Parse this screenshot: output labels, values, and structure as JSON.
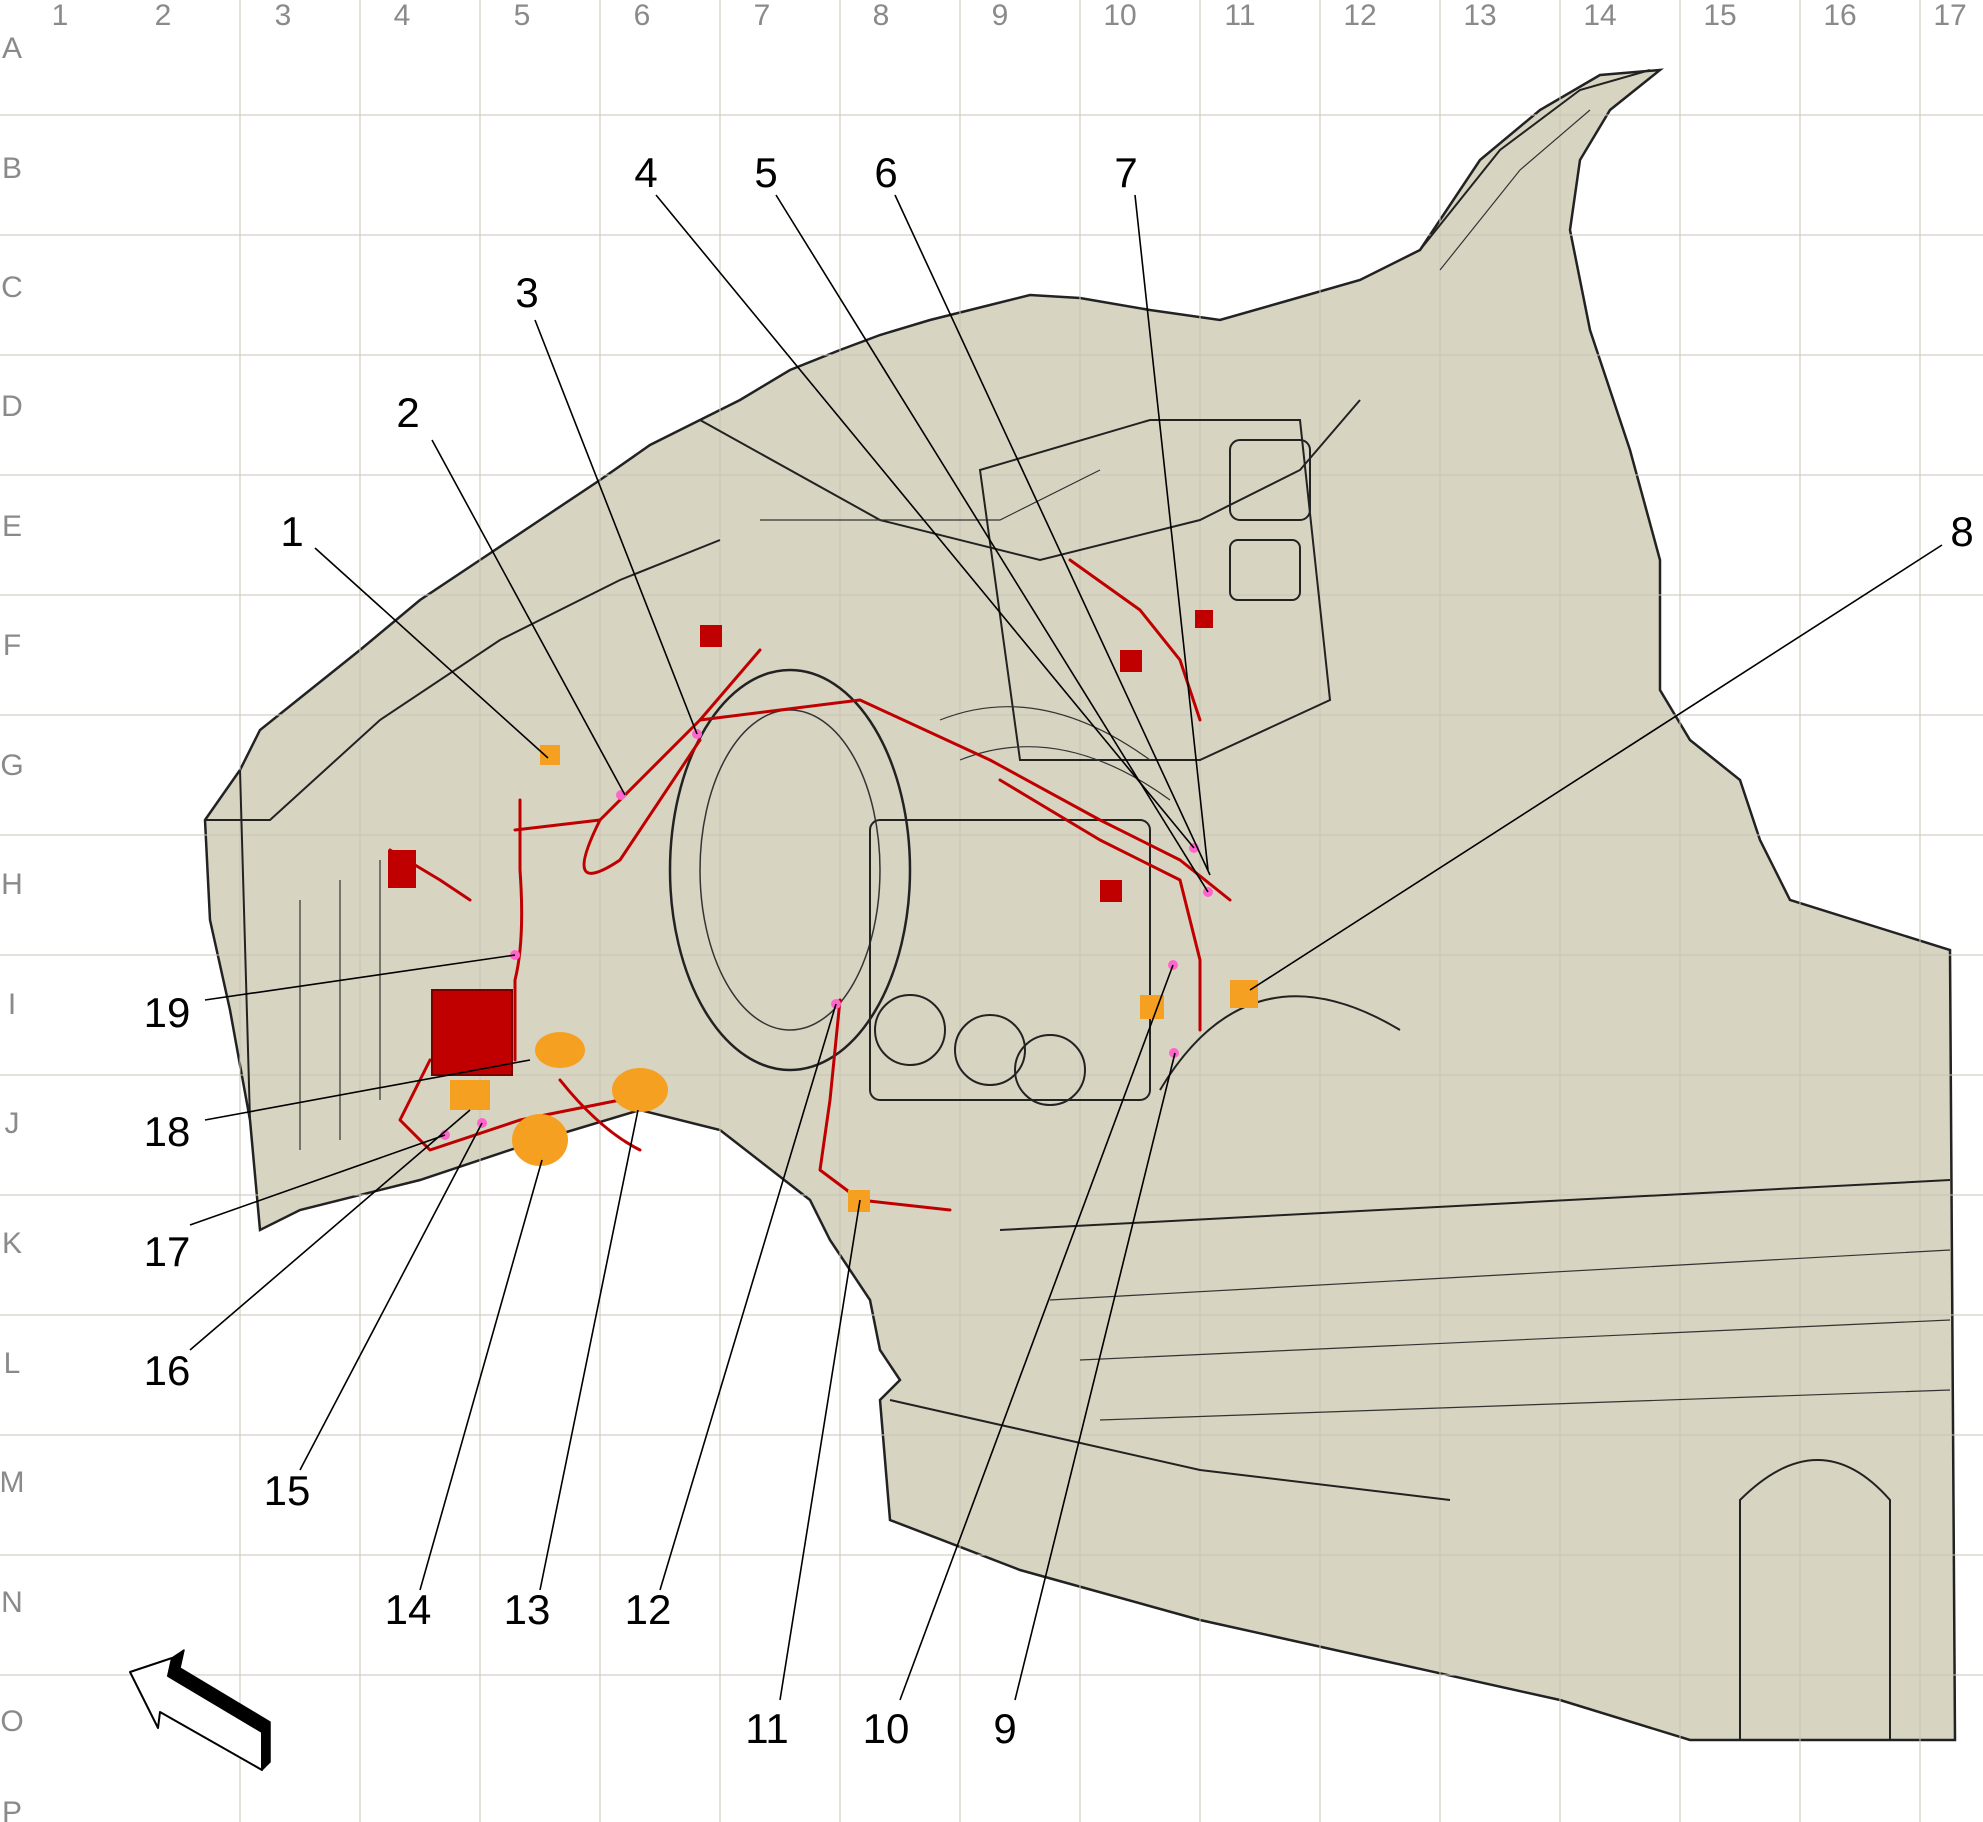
{
  "grid": {
    "columns": [
      "1",
      "2",
      "3",
      "4",
      "5",
      "6",
      "7",
      "8",
      "9",
      "10",
      "11",
      "12",
      "13",
      "14",
      "15",
      "16",
      "17"
    ],
    "rows": [
      "A",
      "B",
      "C",
      "D",
      "E",
      "F",
      "G",
      "H",
      "I",
      "J",
      "K",
      "L",
      "M",
      "N",
      "O",
      "P"
    ]
  },
  "callouts": [
    "1",
    "2",
    "3",
    "4",
    "5",
    "6",
    "7",
    "8",
    "9",
    "10",
    "11",
    "12",
    "13",
    "14",
    "15",
    "16",
    "17",
    "18",
    "19"
  ],
  "colors": {
    "body_fill": "#d8d4c2",
    "harness": "#c00000",
    "connector_orange": "#f5a020",
    "connector_red": "#c00000",
    "splice_pink": "#ff66cc",
    "grid_line": "#c9c5b6",
    "grid_label": "#8a8a8a"
  },
  "icons": {
    "direction_arrow": "front-direction-arrow-icon"
  }
}
